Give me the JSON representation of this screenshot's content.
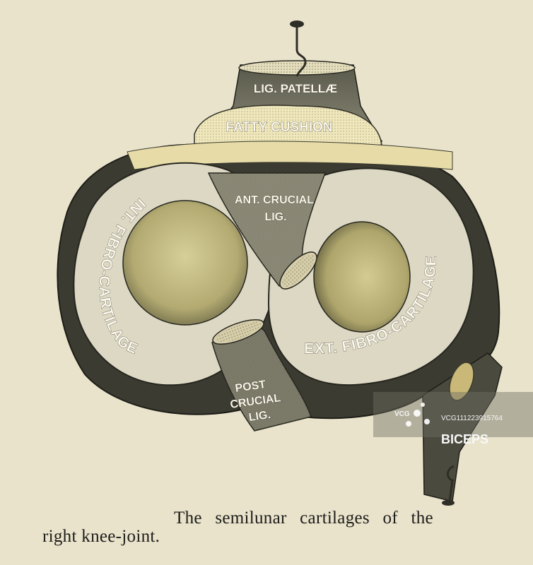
{
  "labels": {
    "lig_patellae": "LIG. PATELLÆ",
    "fatty_cushion": "FATTY CUSHION",
    "ant_crucial_1": "ANT. CRUCIAL",
    "ant_crucial_2": "LIG.",
    "int_fibro": "INT. FIBRO-CARTILAGE",
    "ext_fibro": "EXT. FIBRO-CARTILAGE",
    "post_crucial_1": "POST",
    "post_crucial_2": "CRUCIAL",
    "post_crucial_3": "LIG.",
    "biceps": "BICEPS"
  },
  "caption": {
    "line1": "The semilunar cartilages of the",
    "line2": "right knee-joint."
  },
  "watermark": {
    "logo": "VCG",
    "id": "VCG111223915764"
  },
  "colors": {
    "paper": "#e9e3cc",
    "ink": "#26261f",
    "cartilage": "#d9d5c2",
    "condyle": "#b9b07a",
    "fat": "#efe6b6"
  }
}
